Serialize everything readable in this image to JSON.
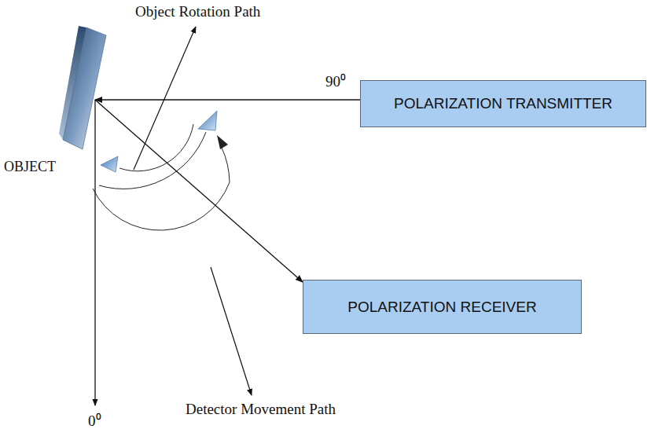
{
  "diagram": {
    "nodes": [
      {
        "text": [
          "OBJECT"
        ]
      },
      {
        "text": [
          "POLARIZATION TRANSMITTER"
        ]
      },
      {
        "text": [
          "POLARIZATION RECEIVER"
        ]
      }
    ],
    "edges": [
      {
        "from": 1,
        "to": 0,
        "arrow": "to"
      },
      {
        "from": 0,
        "to": 2,
        "arrow": "to"
      }
    ],
    "labels": [
      "Object Rotation Path",
      "90⁰",
      "0⁰",
      "Detector Movement Path"
    ]
  }
}
